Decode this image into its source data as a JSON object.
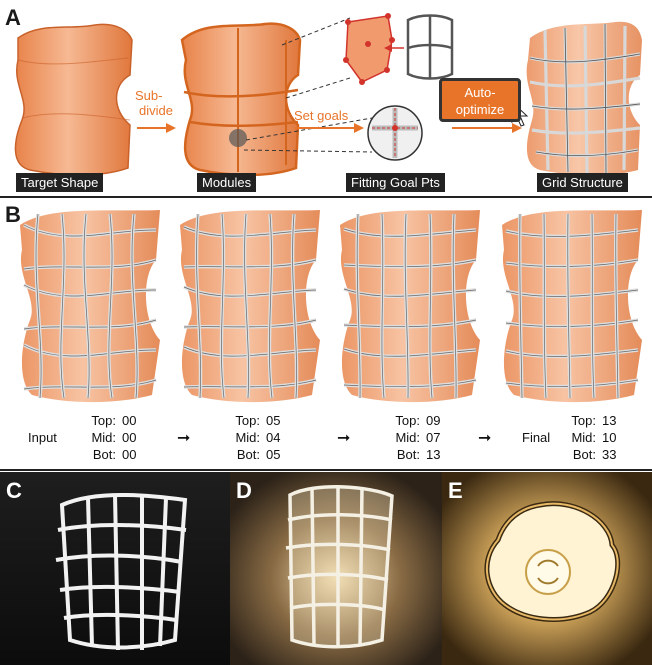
{
  "panel_a": {
    "letter": "A",
    "subdivide_label_1": "Sub-",
    "subdivide_label_2": "divide",
    "set_goals_label": "Set goals",
    "auto_optimize_1": "Auto-",
    "auto_optimize_2": "optimize",
    "captions": [
      "Target Shape",
      "Modules",
      "Fitting Goal Pts",
      "Grid Structure"
    ]
  },
  "panel_b": {
    "letter": "B",
    "stages": [
      {
        "label": "Input",
        "top": "00",
        "mid": "00",
        "bot": "00"
      },
      {
        "label": "",
        "top": "05",
        "mid": "04",
        "bot": "05"
      },
      {
        "label": "",
        "top": "09",
        "mid": "07",
        "bot": "13"
      },
      {
        "label": "Final",
        "top": "13",
        "mid": "10",
        "bot": "33"
      }
    ],
    "row_labels": {
      "top": "Top:",
      "mid": "Mid:",
      "bot": "Bot:"
    },
    "arrow": "➞"
  },
  "panel_c": {
    "letter": "C"
  },
  "panel_d": {
    "letter": "D"
  },
  "panel_e": {
    "letter": "E"
  },
  "colors": {
    "accent": "#e8742a",
    "shape_fill": "#f2a77a",
    "grid": "#dcdcdc"
  }
}
